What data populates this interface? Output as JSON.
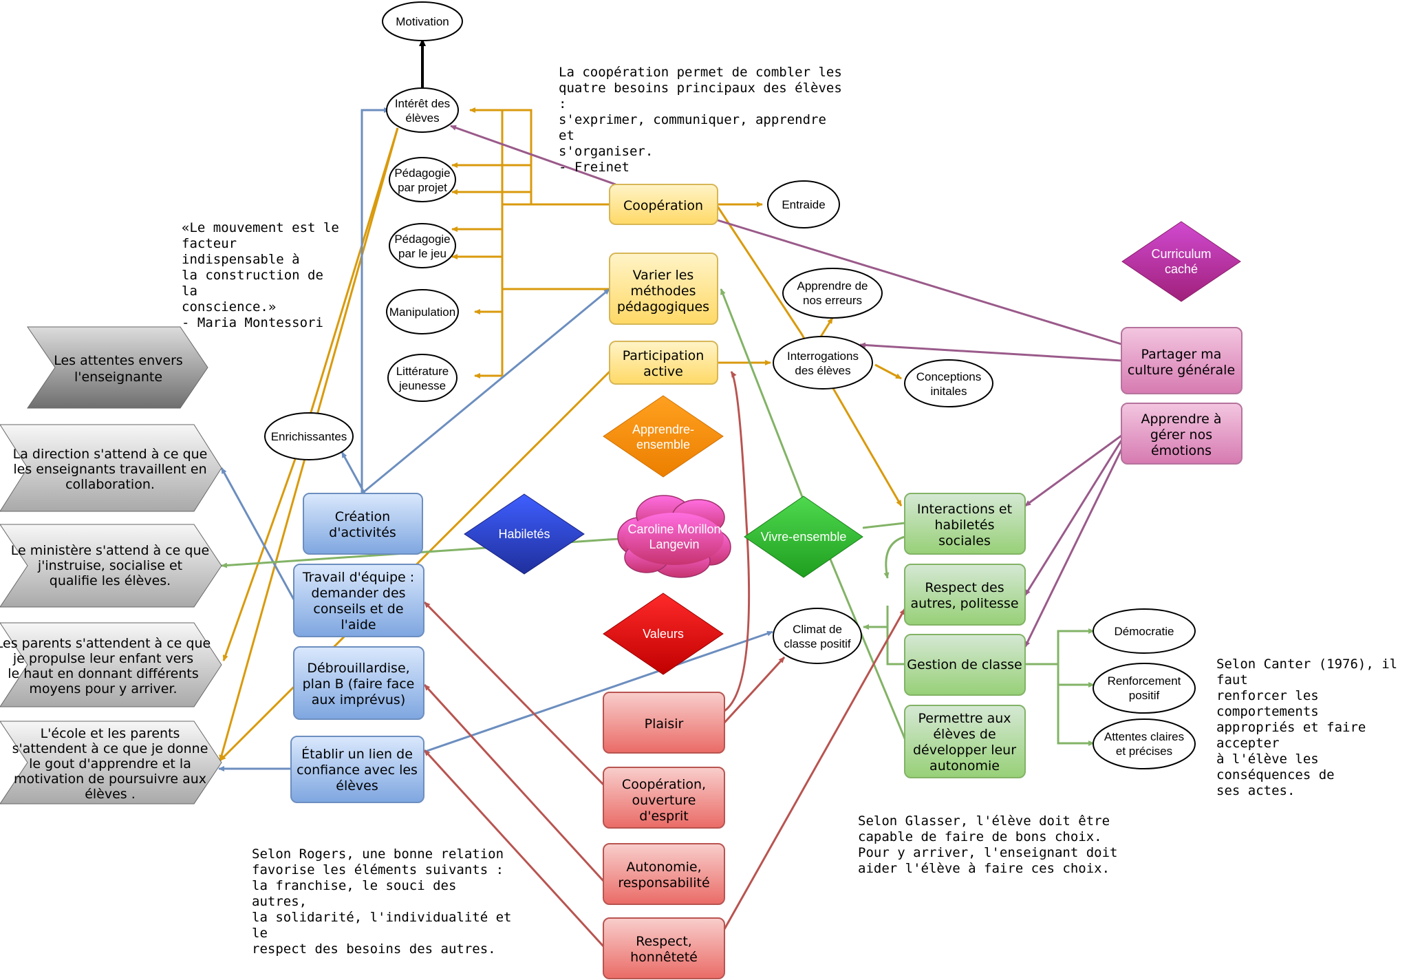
{
  "colors": {
    "orange": "#d99a0c",
    "blue": "#6c8ebf",
    "purple": "#9a5a8a",
    "green": "#82b366",
    "red": "#b85450",
    "black": "#000000"
  },
  "quotes": {
    "freinet": "La coopération permet de combler les\nquatre besoins principaux des élèves :\ns'exprimer, communiquer, apprendre et\ns'organiser.\n- Freinet",
    "montessori": "«Le mouvement est le\nfacteur indispensable à\nla construction de la\nconscience.»\n- Maria Montessori",
    "rogers": "Selon Rogers, une bonne relation\nfavorise les éléments suivants :\nla franchise, le souci des autres,\nla solidarité, l'individualité et le\nrespect des besoins des autres.",
    "glasser": "Selon Glasser, l'élève doit être\ncapable de faire de bons choix.\nPour y arriver, l'enseignant doit\naider l'élève à faire ces choix.",
    "canter": "Selon Canter (1976), il faut\nrenforcer les comportements\nappropriés et faire accepter\nà l'élève les conséquences de\nses actes."
  },
  "ellipses": {
    "motivation": [
      "Motivation"
    ],
    "interet": [
      "Intérêt des",
      "élèves"
    ],
    "pedagogie_projet": [
      "Pédagogie",
      "par projet"
    ],
    "pedagogie_jeu": [
      "Pédagogie",
      "par le jeu"
    ],
    "manipulation": [
      "Manipulation"
    ],
    "litterature": [
      "Littérature",
      "jeunesse"
    ],
    "entraide": [
      "Entraide"
    ],
    "apprendre_erreurs": [
      "Apprendre de",
      "nos erreurs"
    ],
    "interrogations": [
      "Interrogations",
      "des élèves"
    ],
    "conceptions": [
      "Conceptions",
      "initales"
    ],
    "enrichissantes": [
      "Enrichissantes"
    ],
    "climat": [
      "Climat de",
      "classe positif"
    ],
    "democratie": [
      "Démocratie"
    ],
    "renforcement": [
      "Renforcement",
      "positif"
    ],
    "attentes_claires": [
      "Attentes claires",
      "et précises"
    ]
  },
  "boxes": {
    "cooperation": [
      "Coopération"
    ],
    "varier": [
      "Varier les",
      "méthodes",
      "pédagogiques"
    ],
    "participation": [
      "Participation",
      "active"
    ],
    "creation": [
      "Création",
      "d'activités"
    ],
    "travail_equipe": [
      "Travail d'équipe :",
      "demander des",
      "conseils et de",
      "l'aide"
    ],
    "debrouillardise": [
      "Débrouillardise,",
      "plan B (faire face",
      "aux imprévus)"
    ],
    "lien_confiance": [
      "Établir un lien de",
      "confiance avec les",
      "élèves"
    ],
    "plaisir": [
      "Plaisir"
    ],
    "cooperation_ouverture": [
      "Coopération,",
      "ouverture",
      "d'esprit"
    ],
    "autonomie_resp": [
      "Autonomie,",
      "responsabilité"
    ],
    "respect_honnetete": [
      "Respect,",
      "honnêteté"
    ],
    "interactions": [
      "Interactions et",
      "habiletés",
      "sociales"
    ],
    "respect_autres": [
      "Respect des",
      "autres, politesse"
    ],
    "gestion": [
      "Gestion de classe"
    ],
    "permettre": [
      "Permettre aux",
      "élèves de",
      "développer leur",
      "autonomie"
    ],
    "partager": [
      "Partager ma",
      "culture générale"
    ],
    "gerer_emotions": [
      "Apprendre à",
      "gérer nos",
      "émotions"
    ]
  },
  "diamonds": {
    "curriculum": [
      "Curriculum",
      "caché"
    ],
    "apprendre_ensemble": [
      "Apprendre-",
      "ensemble"
    ],
    "habiletes": [
      "Habiletés"
    ],
    "vivre_ensemble": [
      "Vivre-ensemble"
    ],
    "valeurs": [
      "Valeurs"
    ]
  },
  "cloud": {
    "center": [
      "Caroline Morillon",
      "Langevin"
    ]
  },
  "chevrons": {
    "header": [
      "Les attentes envers",
      "l'enseignante"
    ],
    "direction": [
      "La direction s'attend à ce que",
      "les enseignants travaillent en",
      "collaboration."
    ],
    "ministere": [
      "Le ministère s'attend à ce que",
      "j'instruise, socialise et",
      "qualifie les élèves."
    ],
    "parents": [
      "Les parents s'attendent à ce que",
      "je propulse leur enfant vers",
      "le haut en donnant différents",
      "moyens pour y arriver."
    ],
    "ecole_parents": [
      "L'école et les parents",
      "s'attendent à ce que je donne",
      "le gout d'apprendre et la",
      "motivation de poursuivre aux",
      "élèves ."
    ]
  }
}
